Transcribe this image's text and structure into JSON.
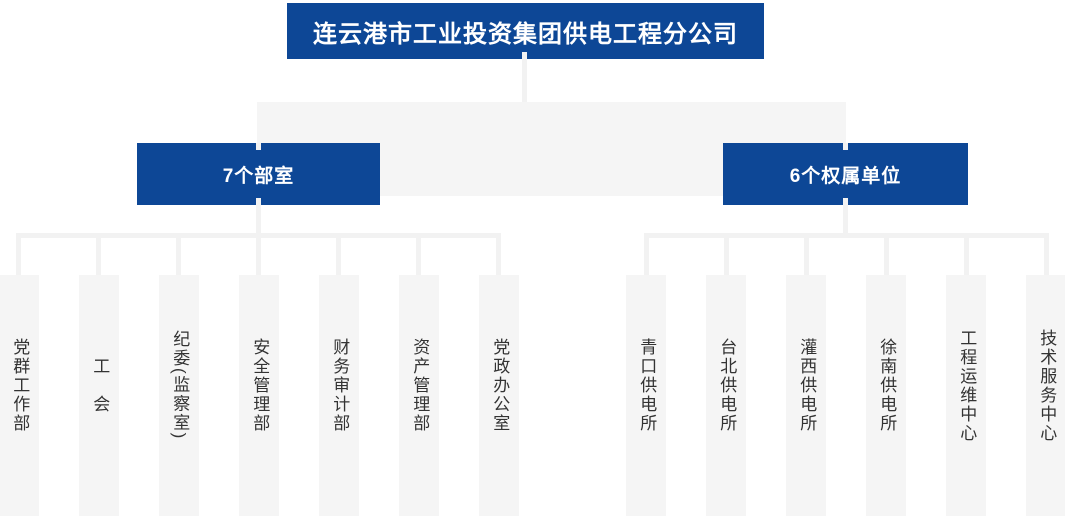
{
  "title": "连云港市工业投资集团供电工程分公司",
  "groups": [
    {
      "label": "7个部室",
      "children": [
        "党群工作部",
        "工　会",
        "纪委(监察室)",
        "安全管理部",
        "财务审计部",
        "资产管理部",
        "党政办公室"
      ]
    },
    {
      "label": "6个权属单位",
      "children": [
        "青口供电所",
        "台北供电所",
        "灌西供电所",
        "徐南供电所",
        "工程运维中心",
        "技术服务中心"
      ]
    }
  ],
  "colors": {
    "primary_blue": "#0d4796",
    "connector_gray": "#f2f2f2",
    "panel_gray": "#f5f5f5",
    "label_text": "#333333",
    "box_text": "#ffffff"
  }
}
